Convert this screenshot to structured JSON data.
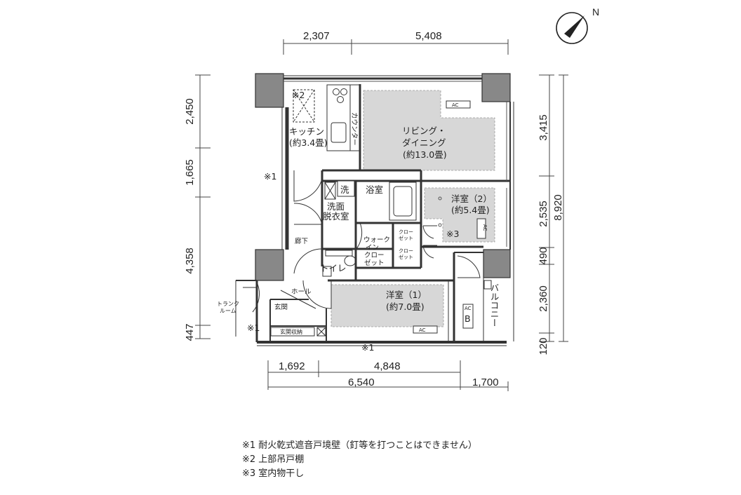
{
  "compass": {
    "label": "N"
  },
  "dimensions": {
    "top": [
      "2,307",
      "5,408"
    ],
    "left": [
      "2,450",
      "1,665",
      "4,358",
      "447"
    ],
    "right_inner": [
      "3,415",
      "2,535",
      "490",
      "2,360",
      "120"
    ],
    "right_total": "8,920",
    "bottom_row1": [
      "1,692",
      "4,848"
    ],
    "bottom_row2": [
      "6,540",
      "1,700"
    ]
  },
  "rooms": {
    "living_line1": "リビング・",
    "living_line2": "ダイニング",
    "living_area": "(約13.0畳)",
    "kitchen": "キッチン",
    "kitchen_area": "(約3.4畳)",
    "counter": "カウンター",
    "washroom_line1": "洗面",
    "washroom_line2": "脱衣室",
    "wash_box": "洗",
    "bath": "浴室",
    "bedroom2": "洋室（2）",
    "bedroom2_area": "(約5.4畳)",
    "bedroom1": "洋室（1）",
    "bedroom1_area": "(約7.0畳)",
    "corridor": "廊下",
    "toilet": "トイレ",
    "walkin_lines": [
      "ウォーク",
      "イン",
      "クロー",
      "ゼット"
    ],
    "closet_lines": [
      "クロー",
      "ゼット"
    ],
    "hall": "ホール",
    "entrance": "玄関",
    "entrance_storage": "玄関収納",
    "trunk_line1": "トランク",
    "trunk_line2": "ルーム",
    "balcony": "バルコニー",
    "ac": "AC",
    "b_box": "B"
  },
  "marks": {
    "m1": "※1",
    "m2": "※2",
    "m3": "※3"
  },
  "notes": [
    "※1 耐火乾式遮音戸境壁（釘等を打つことはできません）",
    "※2 上部吊戸棚",
    "※3 室内物干し"
  ]
}
